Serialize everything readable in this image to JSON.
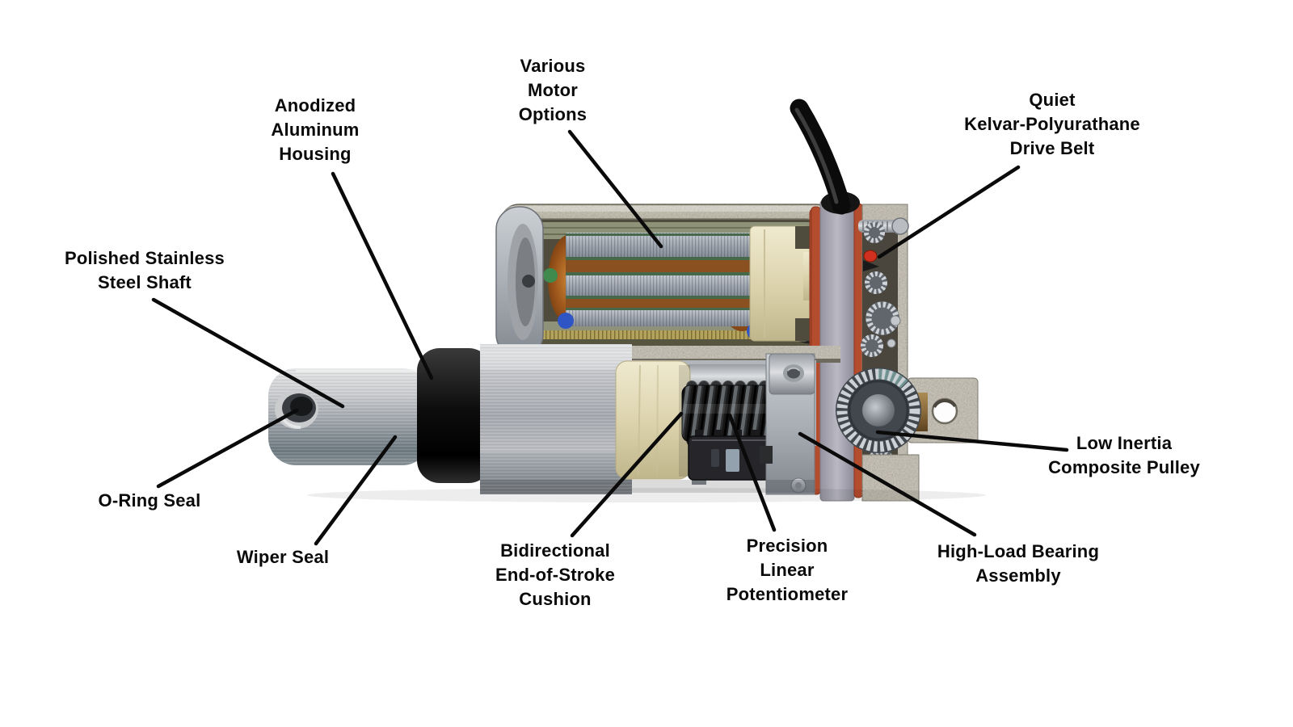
{
  "style": {
    "background": "#ffffff",
    "label_color": "#0a0a0a",
    "leader_color": "#0a0a0a"
  },
  "labels": {
    "various_motor_options": "Various\nMotor\nOptions",
    "quiet_drive_belt": "Quiet\nKelvar-Polyurathane\nDrive Belt",
    "anodized_housing": "Anodized\nAluminum\nHousing",
    "polished_shaft": "Polished Stainless\nSteel Shaft",
    "o_ring_seal": "O-Ring Seal",
    "wiper_seal": "Wiper Seal",
    "stroke_cushion": "Bidirectional\nEnd-of-Stroke\nCushion",
    "potentiometer": "Precision\nLinear\nPotentiometer",
    "bearing_assembly": "High-Load Bearing\nAssembly",
    "composite_pulley": "Low Inertia\nComposite Pulley"
  }
}
